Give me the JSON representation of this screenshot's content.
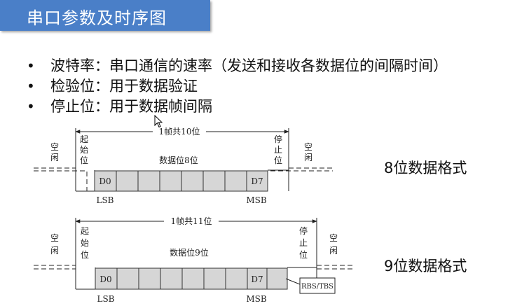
{
  "title": "串口参数及时序图",
  "bullets": [
    "波特率：串口通信的速率（发送和接收各数据位的间隔时间）",
    "检验位：用于数据验证",
    "停止位：用于数据帧间隔"
  ],
  "diagram8": {
    "frame_label": "1帧共10位",
    "idle_left": [
      "空",
      "闲"
    ],
    "start_bit": [
      "起",
      "始",
      "位"
    ],
    "data_label": "数据位8位",
    "stop_bit": [
      "停",
      "止",
      "位"
    ],
    "idle_right": [
      "空",
      "闲"
    ],
    "d0": "D0",
    "d7": "D7",
    "lsb": "LSB",
    "msb": "MSB",
    "format_label": "8位数据格式"
  },
  "diagram9": {
    "frame_label": "1帧共11位",
    "idle_left": [
      "空",
      "闲"
    ],
    "start_bit": [
      "起",
      "始",
      "位"
    ],
    "data_label": "数据位9位",
    "stop_bit": [
      "停",
      "止",
      "位"
    ],
    "idle_right": [
      "空",
      "闲"
    ],
    "d0": "D0",
    "d7": "D7",
    "lsb": "LSB",
    "msb": "MSB",
    "rbs": "RBS/TBS",
    "format_label": "9位数据格式"
  },
  "colors": {
    "title_bg": "#4a7fc8",
    "cell_fill": "#d6d6d6"
  }
}
